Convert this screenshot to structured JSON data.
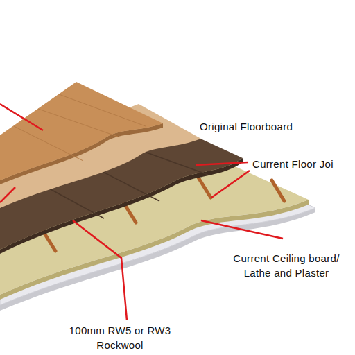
{
  "diagram": {
    "labels": [
      "Original Floorboard",
      "Current Floor Joi",
      "Current Ceiling board/ Lathe and Plaster",
      "100mm RW5 or RW3 Rockwool"
    ]
  }
}
